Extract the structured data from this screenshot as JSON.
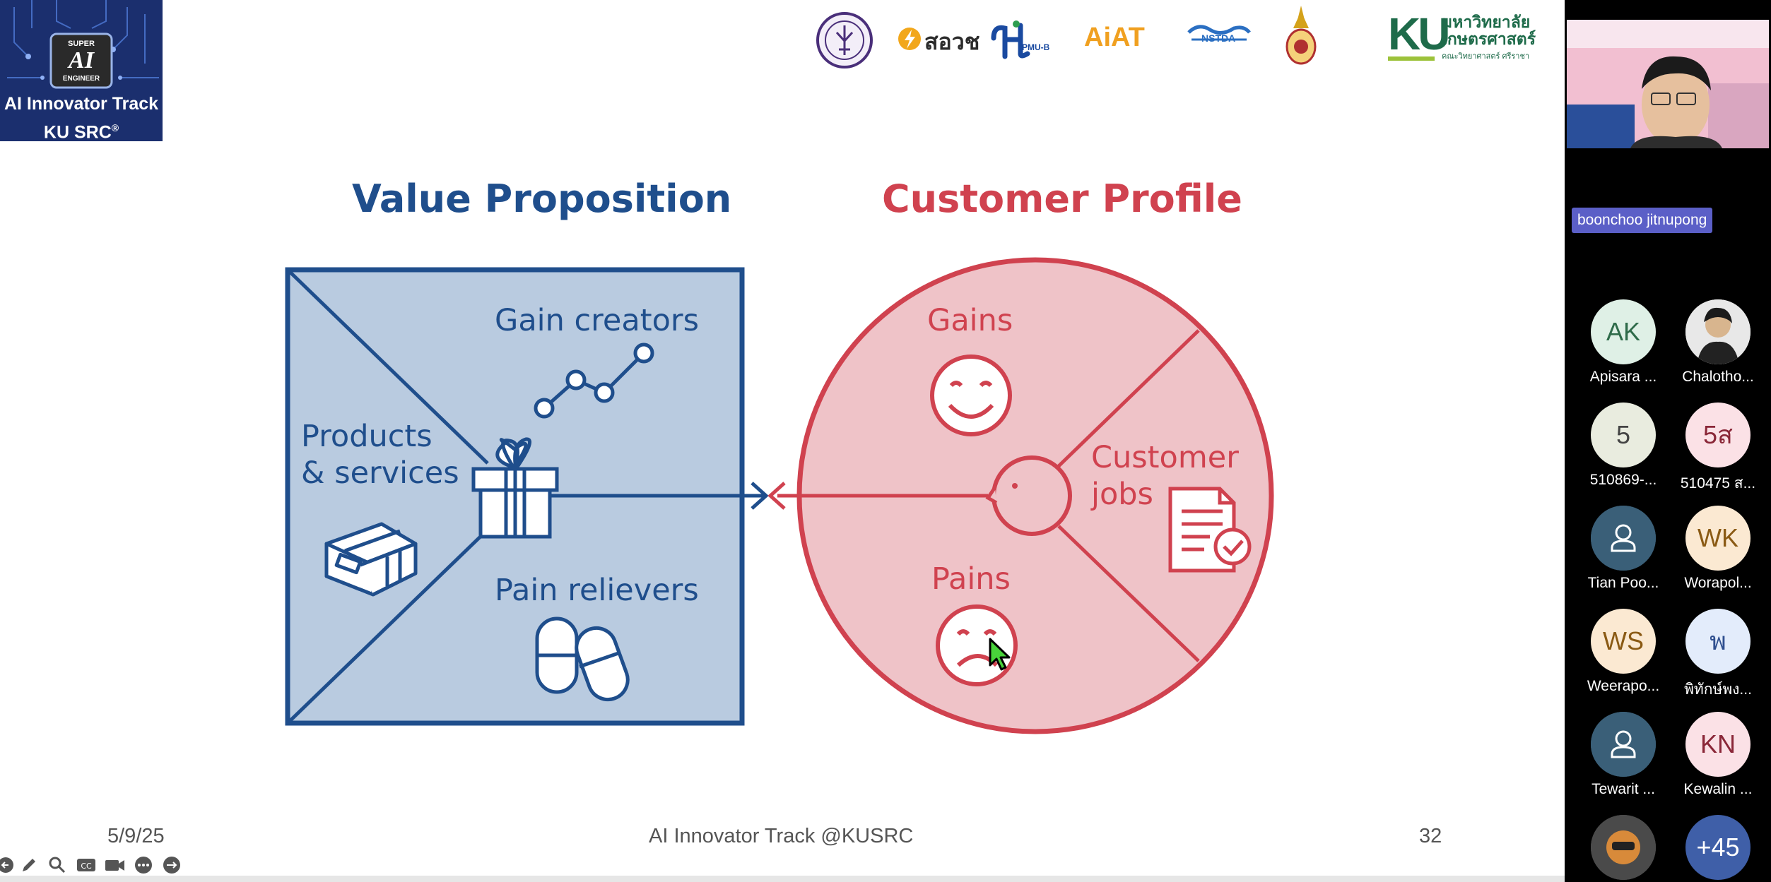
{
  "slide": {
    "badge": {
      "line1": "AI Innovator Track",
      "line2": "KU SRC",
      "chip_top": "SUPER",
      "chip_main": "AI",
      "chip_bottom": "ENGINEER"
    },
    "logos": {
      "thai_text": "สอวช",
      "pmu": "PMU-B",
      "aiat": "AiAT",
      "nstda": "NSTDA",
      "ku_mark": "KU",
      "ku_line1": "มหาวิทยาลัย",
      "ku_line2": "เกษตรศาสตร์",
      "ku_line3": "คณะวิทยาศาสตร์ ศรีราชา"
    },
    "heading_left": "Value Proposition",
    "heading_right": "Customer Profile",
    "left": {
      "gain_creators": "Gain creators",
      "products_line1": "Products",
      "products_line2": "& services",
      "pain_relievers": "Pain relievers"
    },
    "right": {
      "gains": "Gains",
      "customer_line1": "Customer",
      "customer_line2": "jobs",
      "pains": "Pains"
    },
    "footer": {
      "date": "5/9/25",
      "center": "AI Innovator Track @KUSRC",
      "page": "32"
    },
    "colors": {
      "blue": "#1f4e8c",
      "blue_fill": "#b9cbe0",
      "red": "#d0424f",
      "red_fill": "#efc3c8"
    }
  },
  "toolbar": [
    "arrow-left-icon",
    "pen-icon",
    "magnifier-icon",
    "captions-icon",
    "camera-icon",
    "more-icon",
    "arrow-right-icon"
  ],
  "panel": {
    "speaker_name": "boonchoo jitnupong",
    "participants": [
      {
        "initials": "AK",
        "name": "Apisara ...",
        "bg": "#dff0e6",
        "fg": "#2f6b4a"
      },
      {
        "initials": "",
        "name": "Chalotho...",
        "bg": "#e8e8e8",
        "fg": "#333333"
      },
      {
        "initials": "5",
        "name": "510869-...",
        "bg": "#e9ecdf",
        "fg": "#444444"
      },
      {
        "initials": "5ส",
        "name": "510475 ส...",
        "bg": "#fbe1e6",
        "fg": "#8a2738"
      },
      {
        "initials": "",
        "name": "Tian Poo...",
        "bg": "#3a5f78",
        "fg": "#ffffff"
      },
      {
        "initials": "WK",
        "name": "Worapol...",
        "bg": "#fbe9d2",
        "fg": "#8a5a14"
      },
      {
        "initials": "WS",
        "name": "Weerapo...",
        "bg": "#fbe9d2",
        "fg": "#8a5a14"
      },
      {
        "initials": "พ",
        "name": "พิทักษ์พง...",
        "bg": "#e3ecfb",
        "fg": "#2f4f8f"
      },
      {
        "initials": "",
        "name": "Tewarit ...",
        "bg": "#3a5f78",
        "fg": "#ffffff"
      },
      {
        "initials": "KN",
        "name": "Kewalin ...",
        "bg": "#fbe1e6",
        "fg": "#8a2738"
      },
      {
        "initials": "",
        "name": "",
        "bg": "#555555",
        "fg": "#ffffff"
      },
      {
        "initials": "+45",
        "name": "",
        "bg": "#3f5fa8",
        "fg": "#ffffff"
      }
    ]
  }
}
